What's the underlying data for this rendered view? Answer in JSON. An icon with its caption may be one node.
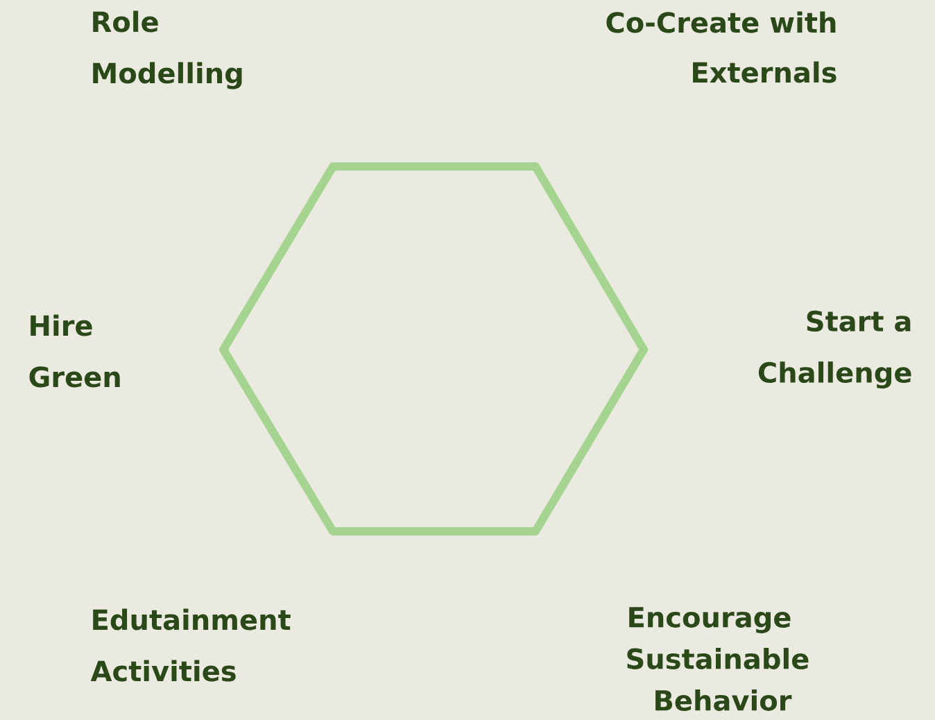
{
  "diagram": {
    "nodes": [
      {
        "text": [],
        "shape": "hexagon"
      }
    ],
    "labels": [
      "Role Modelling",
      "Co-Create with Externals",
      "Hire Green",
      "Start a Challenge",
      "Edutainment Activities",
      "Encourage Sustainable Behavior"
    ]
  }
}
